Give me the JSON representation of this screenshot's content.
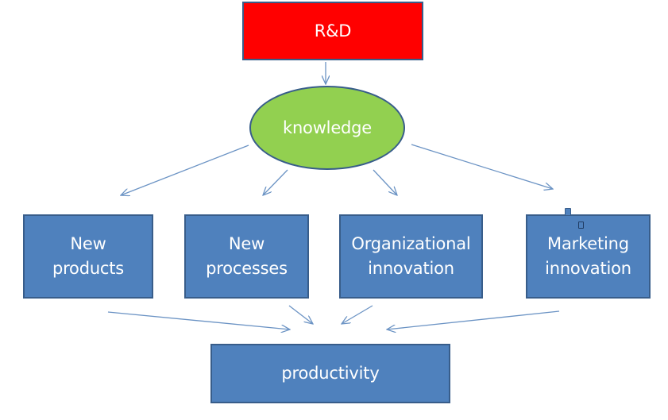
{
  "nodes": {
    "rd": "R&D",
    "knowledge": "knowledge",
    "new_products": [
      "New",
      "products"
    ],
    "new_processes": [
      "New",
      "processes"
    ],
    "organizational_innovation": [
      "Organizational",
      "innovation"
    ],
    "marketing_innovation": [
      "Marketing",
      "innovation"
    ],
    "productivity": "productivity"
  },
  "colors": {
    "rd_fill": "#ff0000",
    "knowledge_fill": "#92d050",
    "box_fill": "#4f81bd",
    "box_border": "#385d8a",
    "arrow": "#6b93c4"
  }
}
